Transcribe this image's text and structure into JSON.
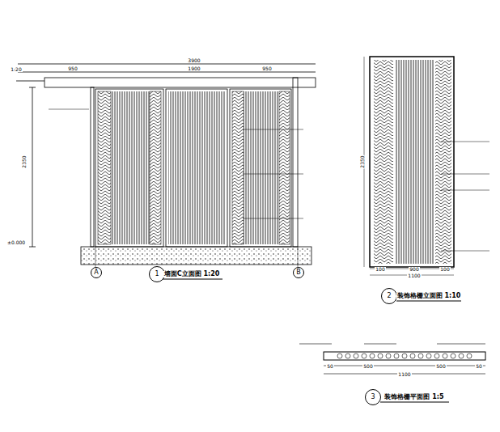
{
  "diagram": {
    "nodes": [
      {
        "text": [
          "A"
        ]
      },
      {
        "text": [
          "B"
        ]
      },
      {
        "text": [
          "1"
        ]
      },
      {
        "text": [
          "2"
        ]
      },
      {
        "text": [
          "3"
        ]
      }
    ],
    "labels": [
      "1:20",
      "3900",
      "950",
      "1900",
      "950",
      "2350",
      "±0.000",
      "墙面C立面图 1:20",
      "2350",
      "100",
      "900",
      "100",
      "1100",
      "装饰格栅立面图 1:10",
      "50",
      "500",
      "500",
      "50",
      "1100",
      "装饰格栅平面图 1:5"
    ]
  }
}
